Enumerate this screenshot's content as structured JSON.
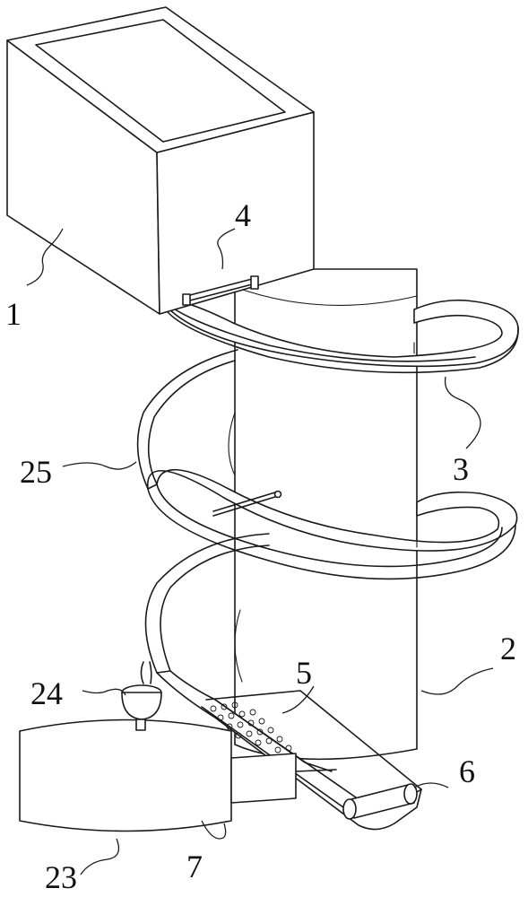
{
  "figure": {
    "labels": {
      "hopper": "1",
      "column": "2",
      "upper_chute": "3",
      "top_rod": "4",
      "sieve_tray": "5",
      "roller": "6",
      "tank": "7",
      "tank_front": "23",
      "pump": "24",
      "pipe": "25"
    }
  }
}
